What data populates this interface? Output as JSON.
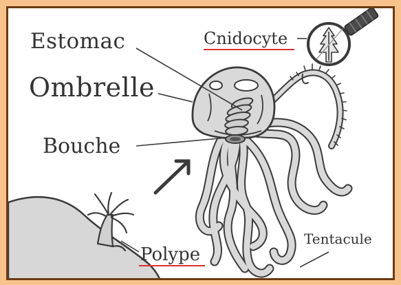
{
  "labels": {
    "estomac": "Estomac",
    "ombrelle": "Ombrelle",
    "bouche": "Bouche",
    "cnidocyte": "Cnidocyte",
    "polype": "Polype",
    "tentacule": "Tentacule"
  },
  "colors": {
    "frame_background": "#f7c28c",
    "frame_border": "#6b3b12",
    "panel_background": "#ffffff",
    "body_fill": "#d9d9d9",
    "rock_fill": "#d7d7d7",
    "outline": "#3a3a3a",
    "underline": "#d93030"
  },
  "icons": {
    "magnifier": "magnifying-glass-icon",
    "arrow": "growth-arrow-icon"
  }
}
